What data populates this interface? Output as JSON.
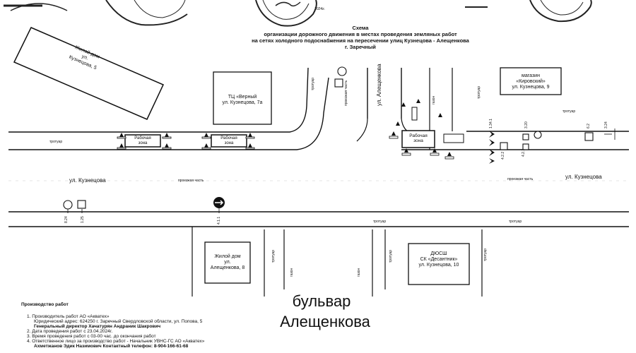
{
  "header": {
    "title": "Схема",
    "line1": "организации дорожного движения в местах проведения земляных работ",
    "line2": "на сетях холодного подоснабжения на пересечении улиц Кузнецова - Алещенкова",
    "line3": "г. Заречный"
  },
  "stamp_year": "2024г.",
  "buildings": {
    "house5": {
      "l1": "Жилой дом",
      "l2": "ул.",
      "l3": "Кузнецова, 5"
    },
    "tc": {
      "l1": "ТЦ «Верный",
      "l2": "ул. Кузнецова, 7а"
    },
    "shop": {
      "l1": "магазин",
      "l2": "«Кировский»",
      "l3": "ул. Кузнецова, 9"
    },
    "house8": {
      "l1": "Жилой дом",
      "l2": "ул.",
      "l3": "Алещенкова, 8"
    },
    "school": {
      "l1": "ДЮСШ",
      "l2": "СК «Десантник»",
      "l3": "ул. Кузнецова, 10"
    }
  },
  "work_zone": {
    "l1": "Рабочая",
    "l2": "зона"
  },
  "streets": {
    "kuznetsova": "ул. Кузнецова",
    "aleshchenkova": "ул. Алещенкова",
    "boulevard1": "бульвар",
    "boulevard2": "Алещенкова"
  },
  "labels": {
    "trotuar": "тротуар",
    "proezzhaya": "проезжая часть",
    "gazon": "газон"
  },
  "signs": [
    "8.24",
    "1.25",
    "4.1.1",
    "1.34.1",
    "4.2.2",
    "4.2.1",
    "3.20",
    "3.24",
    "6.2"
  ],
  "notes": {
    "title": "Производство работ",
    "items": [
      "1. Производитель работ АО «Акватех»",
      "Юридический адрес: 624250 г. Заречный Свердловской области, ул. Попова, 5",
      "Генеральный директор Хачатурян Андраник Шакрович",
      "2. Дата проведения работ с 23.04.2024г.",
      "3. Время проведения работ с 03-00 час. до окончания работ",
      "4. Ответственное лицо за производство работ - Начальник УВНС-ГС АО «Акватех»",
      "Ахметжанов Эдик Назимович Контактный телефон: 8-904-166-61-68"
    ]
  }
}
